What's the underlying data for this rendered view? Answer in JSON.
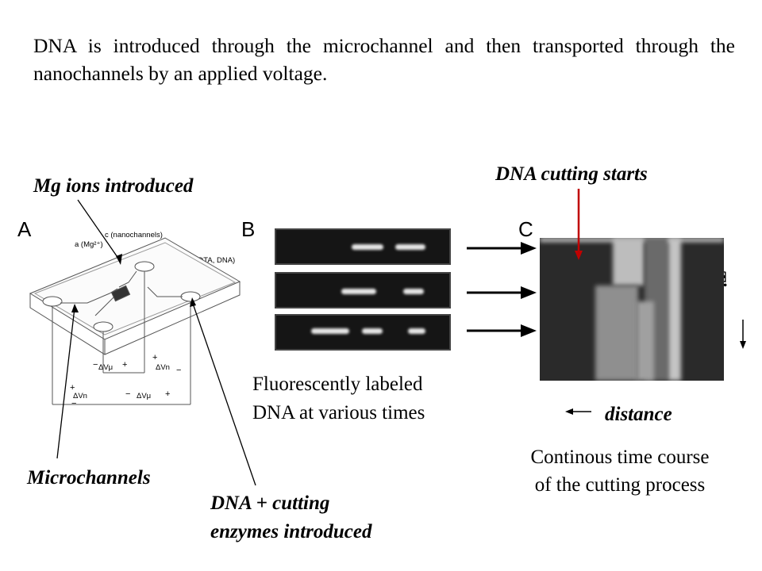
{
  "intro_text": "DNA is introduced through the microchannel and then transported through the nanochannels by an applied voltage.",
  "labels": {
    "mg_ions": "Mg ions introduced",
    "dna_cutting_starts": "DNA cutting starts",
    "time": "Time",
    "distance": "distance",
    "microchannels": "Microchannels",
    "dna_cutting_enzymes_line1": "DNA + cutting",
    "dna_cutting_enzymes_line2": "enzymes introduced",
    "fluorescent_line1": "Fluorescently labeled",
    "fluorescent_line2": "DNA at various times",
    "continuous_line1": "Continous time course",
    "continuous_line2": "of the cutting process"
  },
  "panels": {
    "a": "A",
    "b": "B",
    "c": "C"
  },
  "device_labels": {
    "a_mg": "a (Mg²⁺)",
    "c_nano": "c (nanochannels)",
    "b_edta": "b (EDTA, DNA)",
    "dv_mu_1": "ΔVμ",
    "dv_n_1": "ΔVn",
    "dv_n_2": "ΔVn",
    "dv_mu_2": "ΔVμ"
  },
  "colors": {
    "cutting_arrow": "#c00000",
    "text": "#000000",
    "strip_bg": "#151515"
  }
}
